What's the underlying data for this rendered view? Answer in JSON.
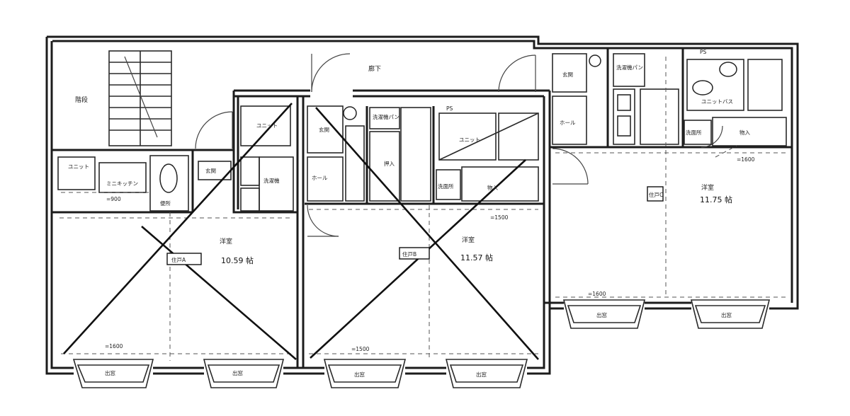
{
  "plan": {
    "corridor": "廊下",
    "units": [
      {
        "tag": "住戸A",
        "room": "洋室",
        "area": "10.59 帖",
        "width_mark": "=1600"
      },
      {
        "tag": "住戸B",
        "room": "洋室",
        "area": "11.57 帖",
        "width_mark": "=1500"
      },
      {
        "tag": "住戸C",
        "room": "洋室",
        "area": "11.75 帖",
        "width_mark": "=1600"
      }
    ],
    "rooms": {
      "stair": "階段",
      "unit_bath_a": "ユニット",
      "kitchenette_a": "ミニキッチン",
      "width_900": "=900",
      "toilet_a": "便所",
      "genkan_a": "玄関",
      "laundry_a": "洗濯機",
      "genkan_b": "玄関",
      "hall_b": "ホール",
      "laundry_b": "洗濯機パン",
      "storage_b": "押入",
      "unit_bath_b": "ユニット",
      "closet_b": "物入",
      "washroom_b": "洗面所",
      "genkan_c": "玄関",
      "hall_c": "ホール",
      "laundry_c": "洗濯機パン",
      "ps_c": "PS",
      "ps_b": "PS",
      "bath_c": "ユニットバス",
      "washroom_c": "洗面所",
      "closet_c": "物入",
      "closet_c_mark": "=1600",
      "bottom_c_mark": "=1600",
      "bottom_a_mark": "=1600",
      "bottom_b_mark": "=1500"
    },
    "windows": {
      "a_left": "出窓",
      "a_right": "出窓",
      "b_left": "出窓",
      "b_right": "出窓",
      "c_left": "出窓",
      "c_right": "出窓"
    }
  }
}
